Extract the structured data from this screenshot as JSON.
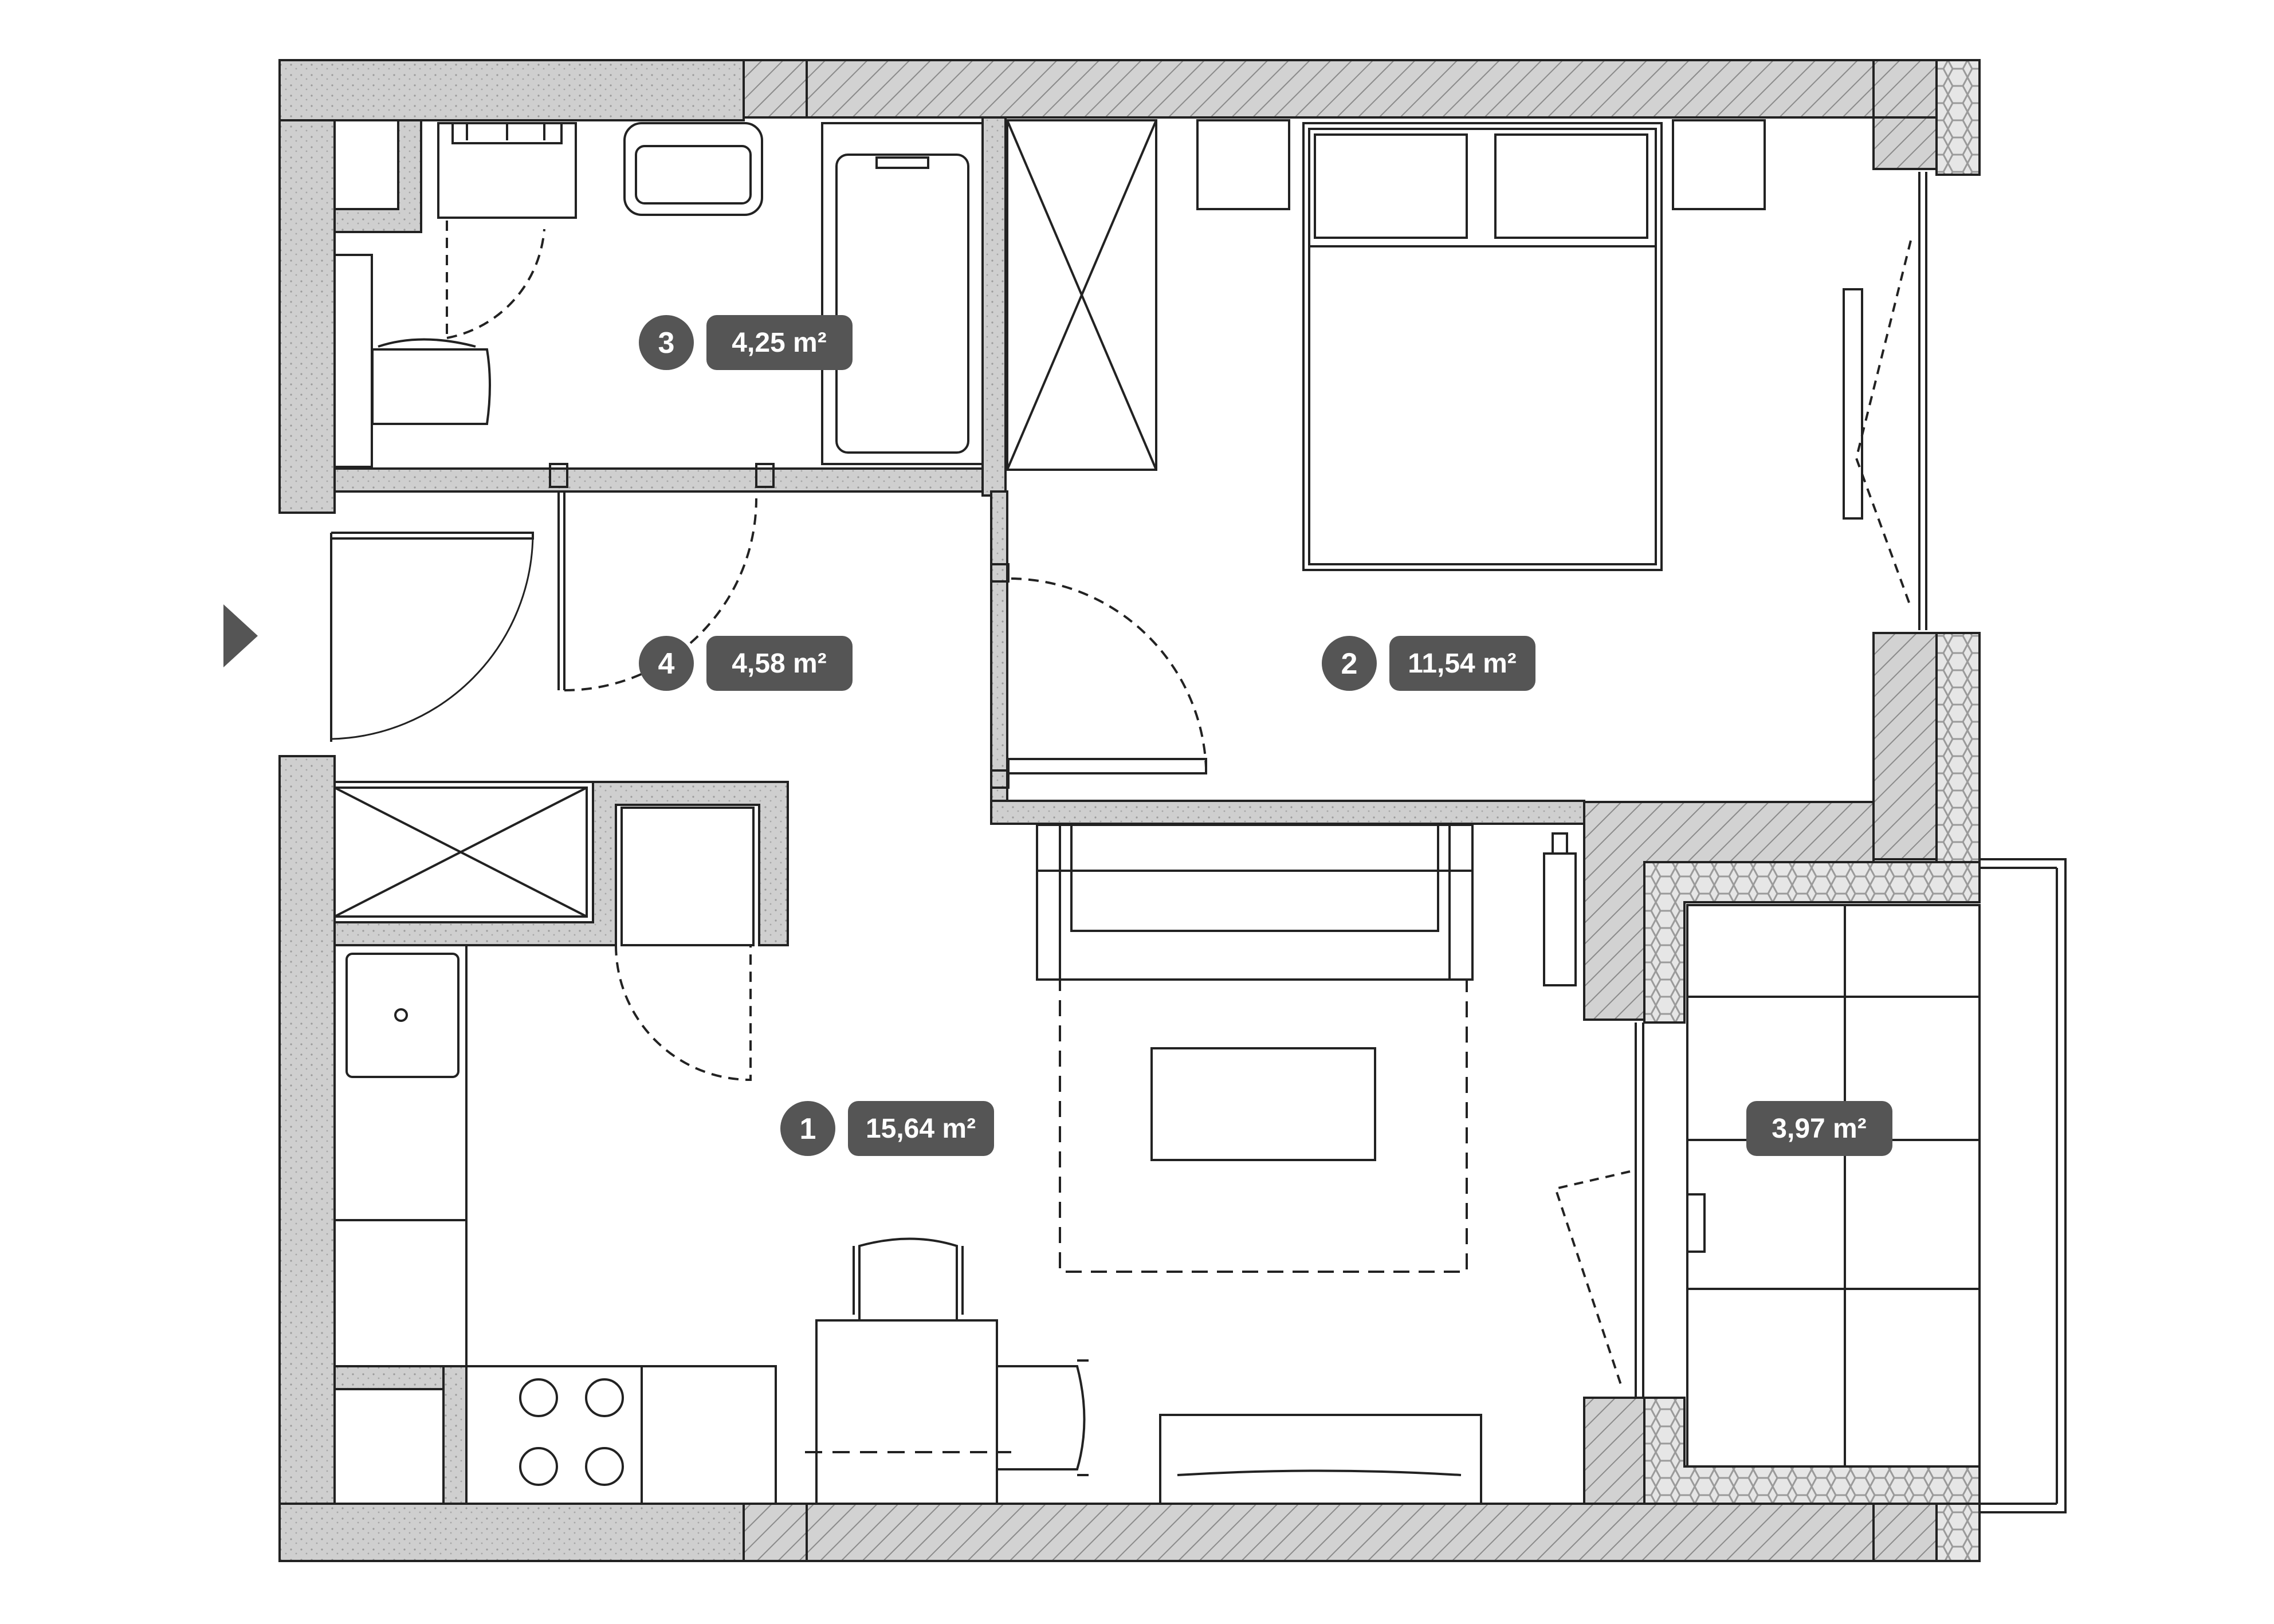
{
  "plan": {
    "rooms": [
      {
        "id": "1",
        "area": "15,64 m²"
      },
      {
        "id": "2",
        "area": "11,54 m²"
      },
      {
        "id": "3",
        "area": "4,25 m²"
      },
      {
        "id": "4",
        "area": "4,58 m²"
      }
    ],
    "balcony": {
      "area": "3,97 m²"
    },
    "colors": {
      "label_fill": "#555555",
      "wall_fill": "#c8c8c8",
      "line": "#222222",
      "background": "#ffffff"
    }
  }
}
